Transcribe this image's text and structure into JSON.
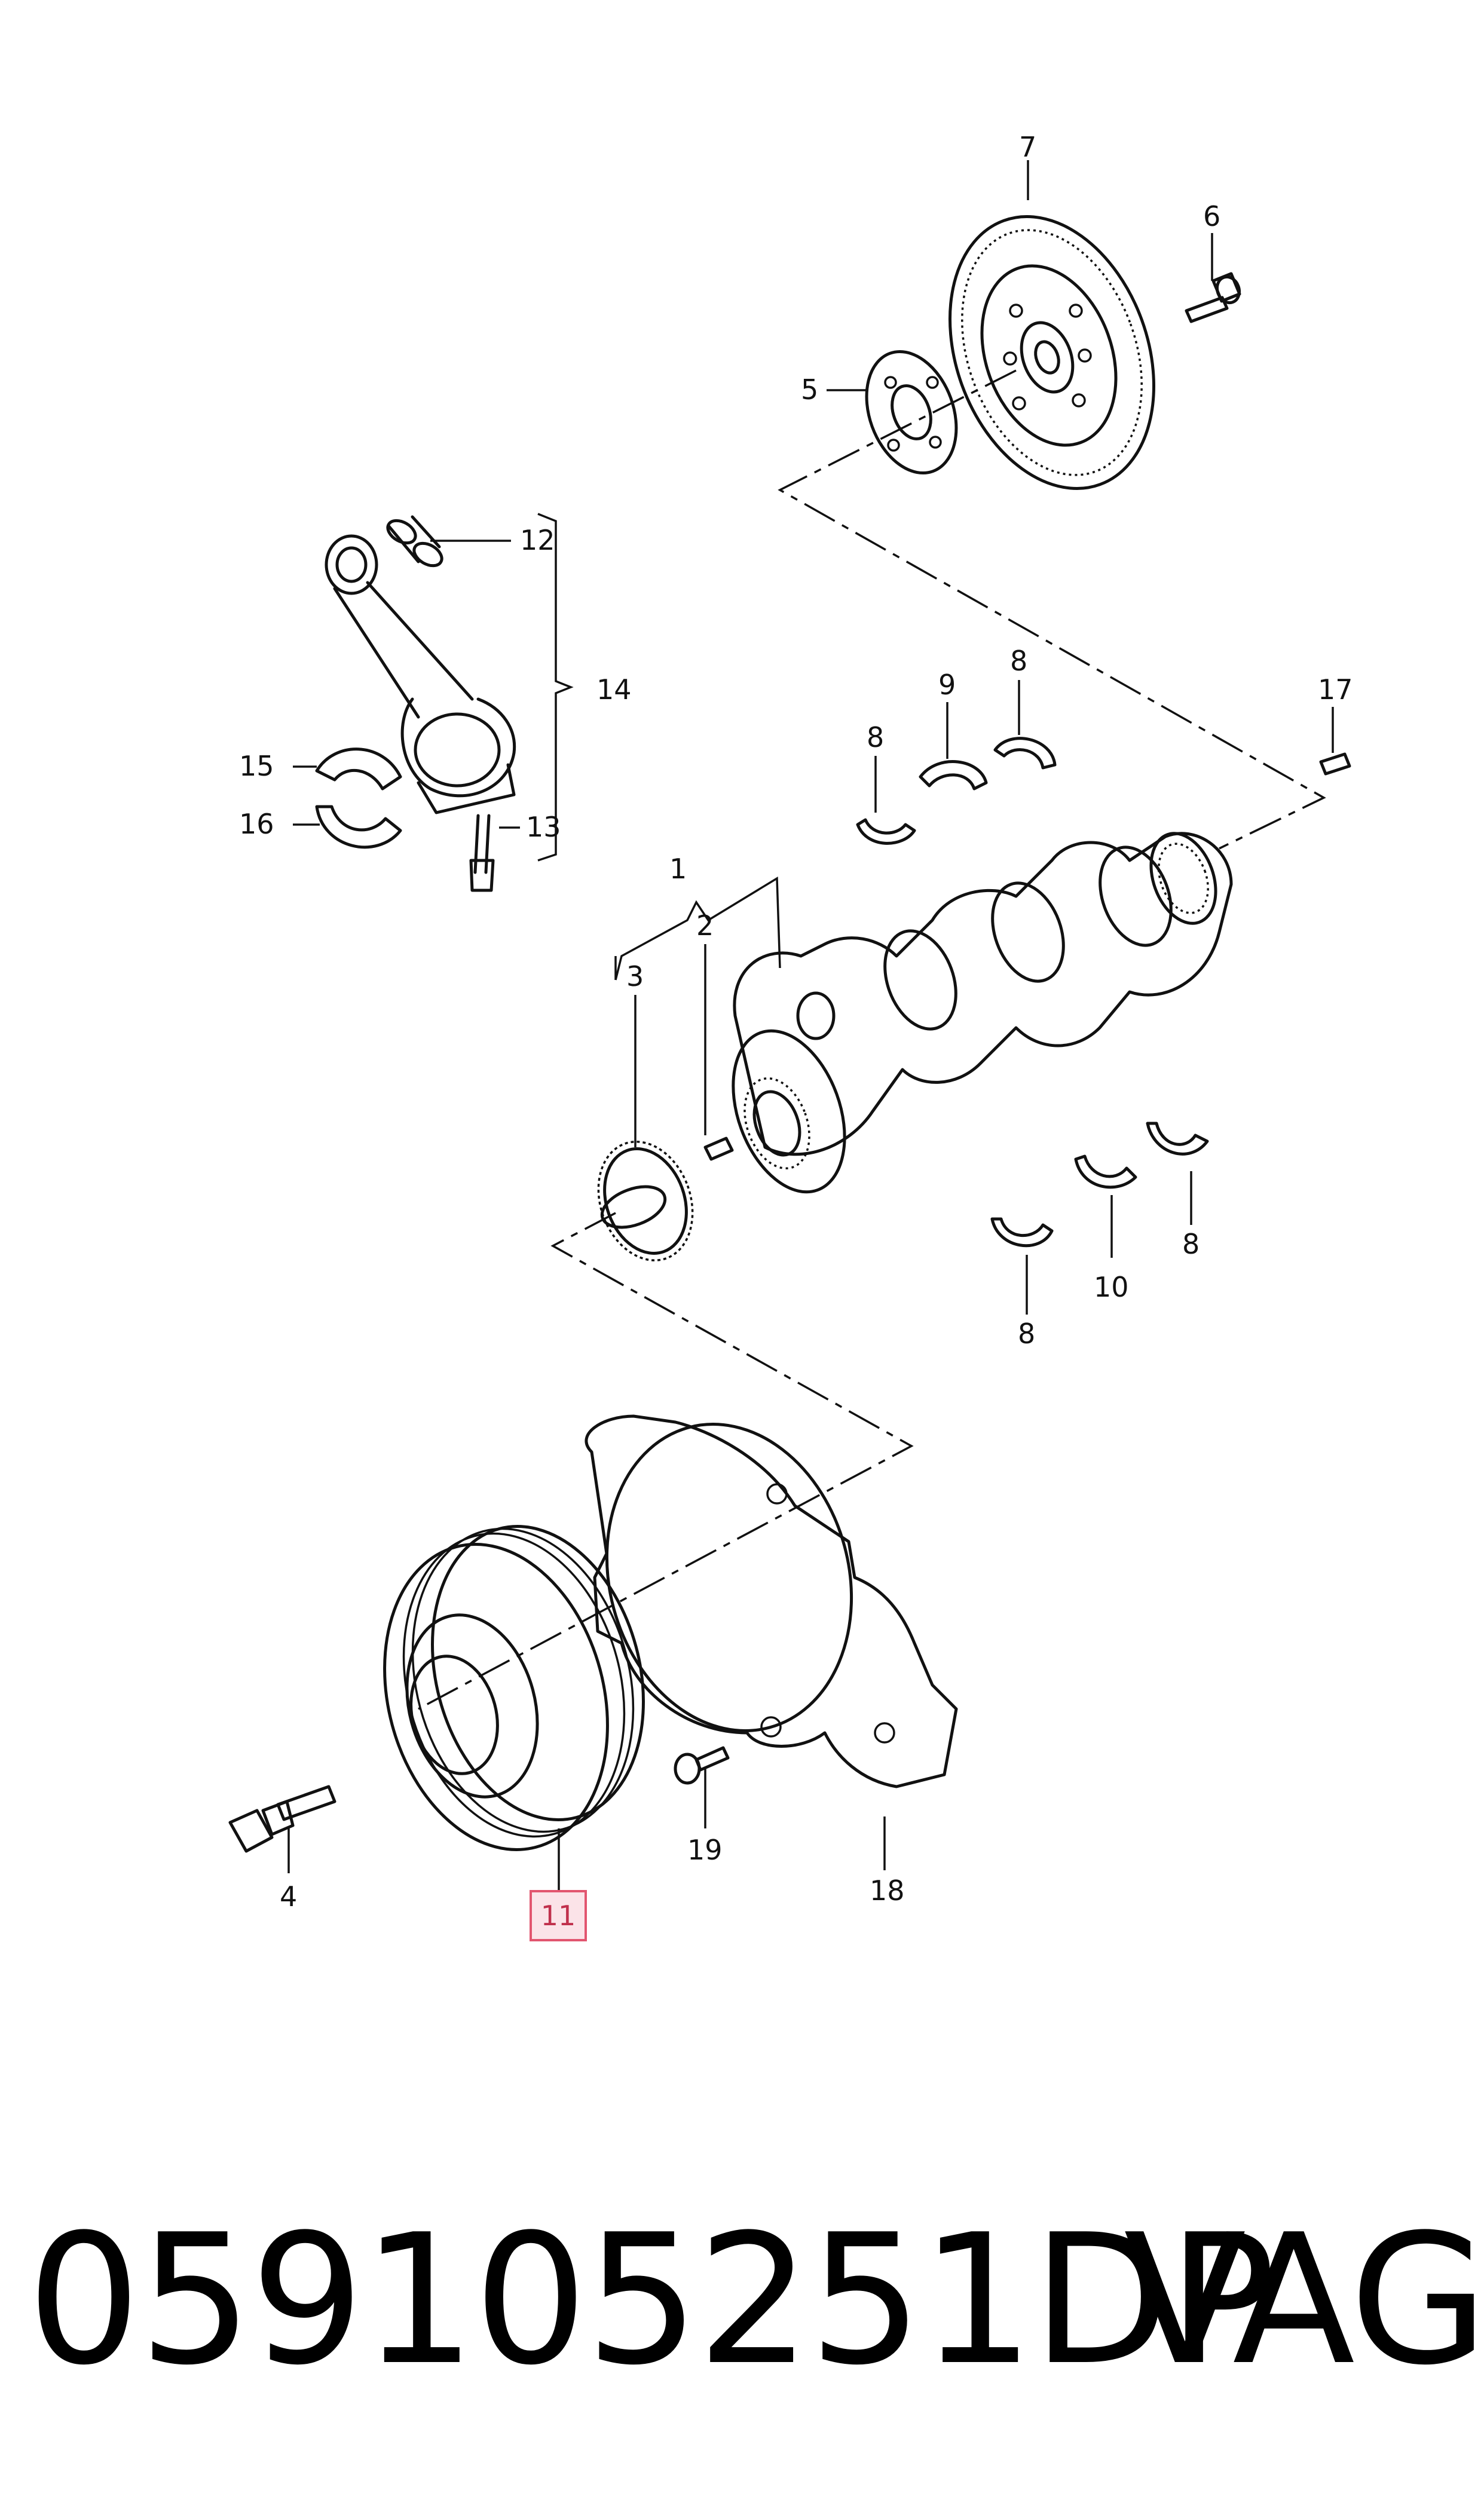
{
  "callouts": {
    "c1": "1",
    "c2": "2",
    "c3": "3",
    "c4": "4",
    "c5": "5",
    "c6": "6",
    "c7": "7",
    "c8a": "8",
    "c8b": "8",
    "c8c": "8",
    "c8d": "8",
    "c9": "9",
    "c10": "10",
    "c11": "11",
    "c12": "12",
    "c13": "13",
    "c14": "14",
    "c15": "15",
    "c16": "16",
    "c17": "17",
    "c18": "18",
    "c19": "19"
  },
  "highlighted_callout": "11",
  "footer": {
    "part_number": "059105251DP",
    "brand": "VAG"
  }
}
